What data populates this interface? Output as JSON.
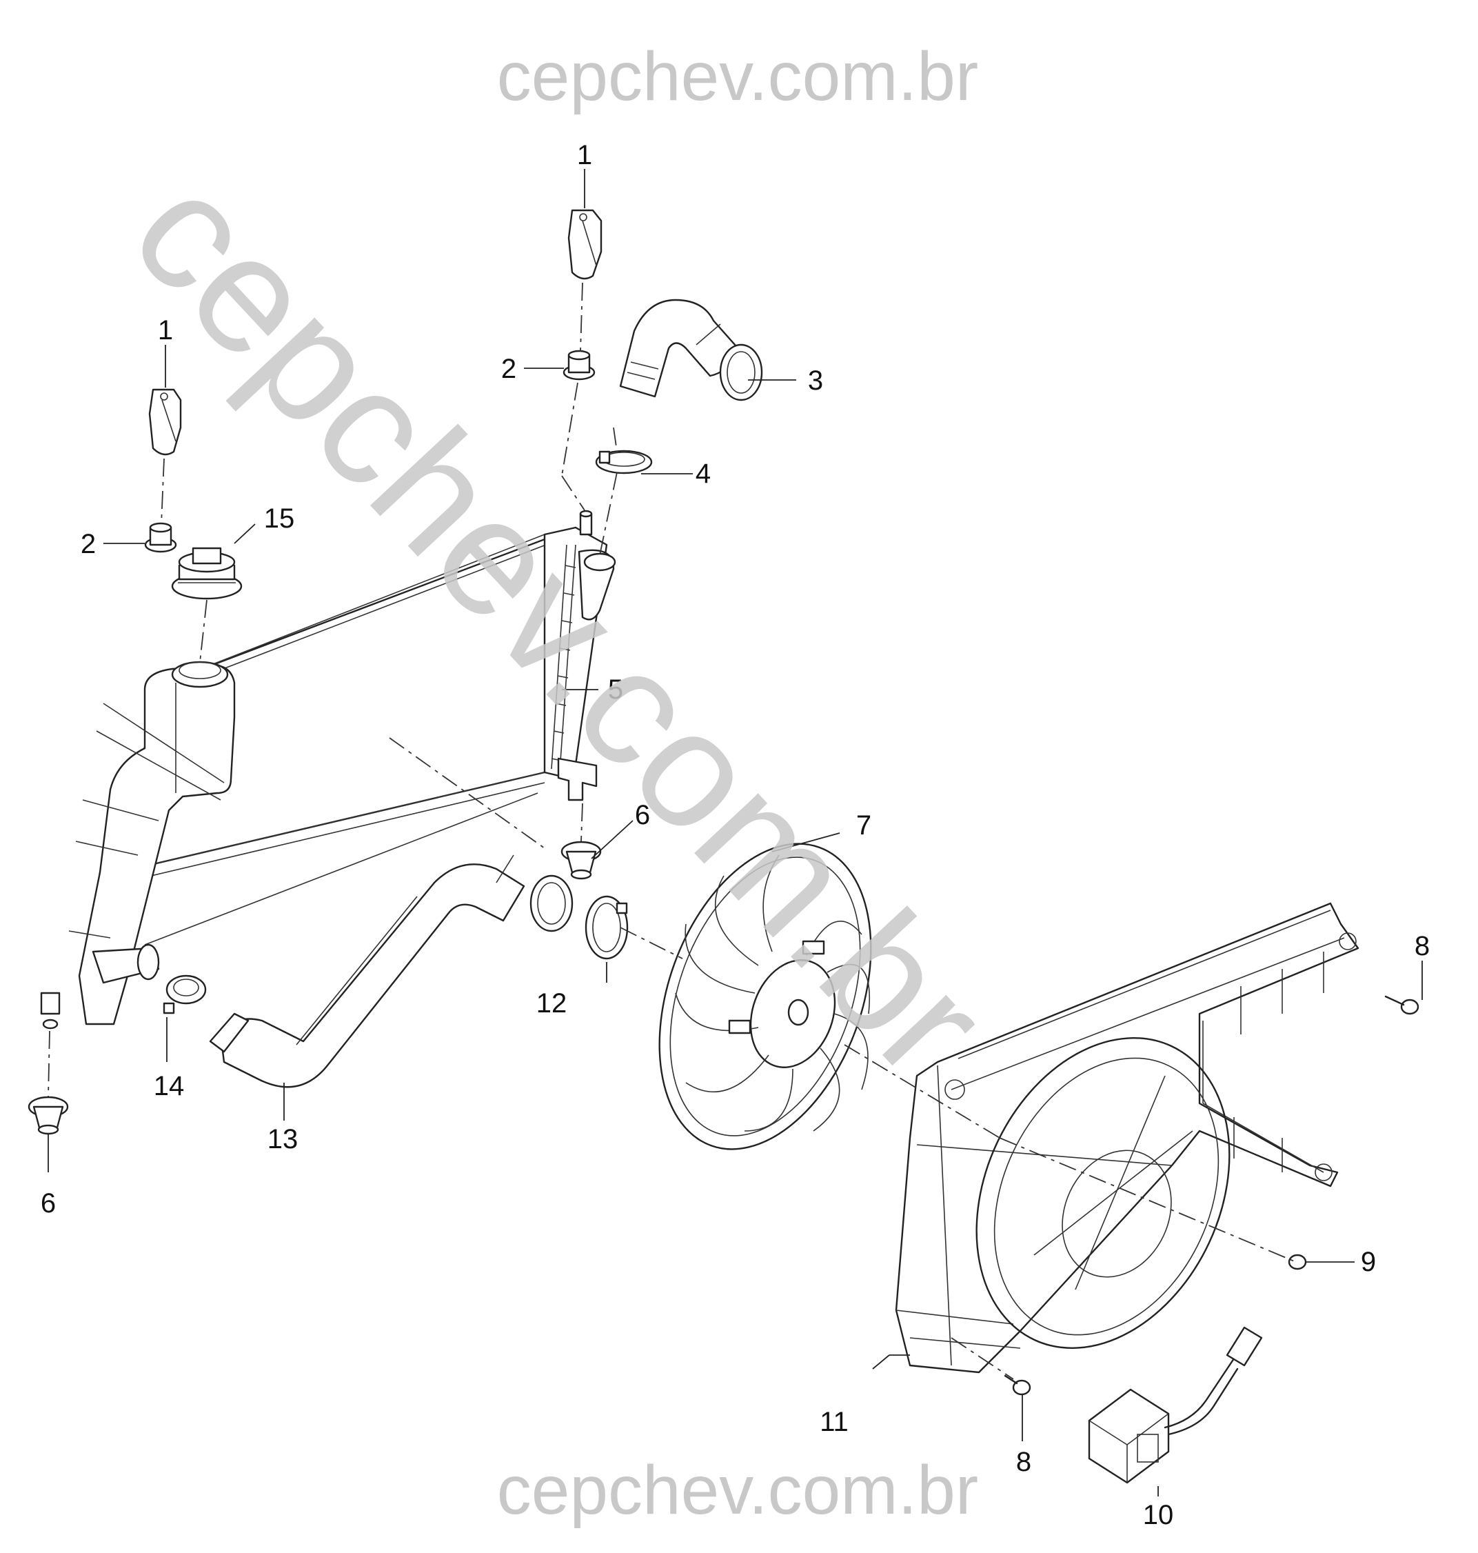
{
  "watermarks": {
    "top": "cepchev.com.br",
    "bottom": "cepchev.com.br",
    "diagonal": "cepchev.com.br"
  },
  "callouts": [
    {
      "id": "c1a",
      "label": "1"
    },
    {
      "id": "c1b",
      "label": "1"
    },
    {
      "id": "c2a",
      "label": "2"
    },
    {
      "id": "c2b",
      "label": "2"
    },
    {
      "id": "c3",
      "label": "3"
    },
    {
      "id": "c4",
      "label": "4"
    },
    {
      "id": "c5",
      "label": "5"
    },
    {
      "id": "c6a",
      "label": "6"
    },
    {
      "id": "c6b",
      "label": "6"
    },
    {
      "id": "c7",
      "label": "7"
    },
    {
      "id": "c8a",
      "label": "8"
    },
    {
      "id": "c8b",
      "label": "8"
    },
    {
      "id": "c9",
      "label": "9"
    },
    {
      "id": "c10",
      "label": "10"
    },
    {
      "id": "c11",
      "label": "11"
    },
    {
      "id": "c12",
      "label": "12"
    },
    {
      "id": "c13",
      "label": "13"
    },
    {
      "id": "c14",
      "label": "14"
    },
    {
      "id": "c15",
      "label": "15"
    }
  ],
  "colors": {
    "line": "#222222",
    "watermark": "#c8c8c8",
    "background": "#ffffff"
  }
}
